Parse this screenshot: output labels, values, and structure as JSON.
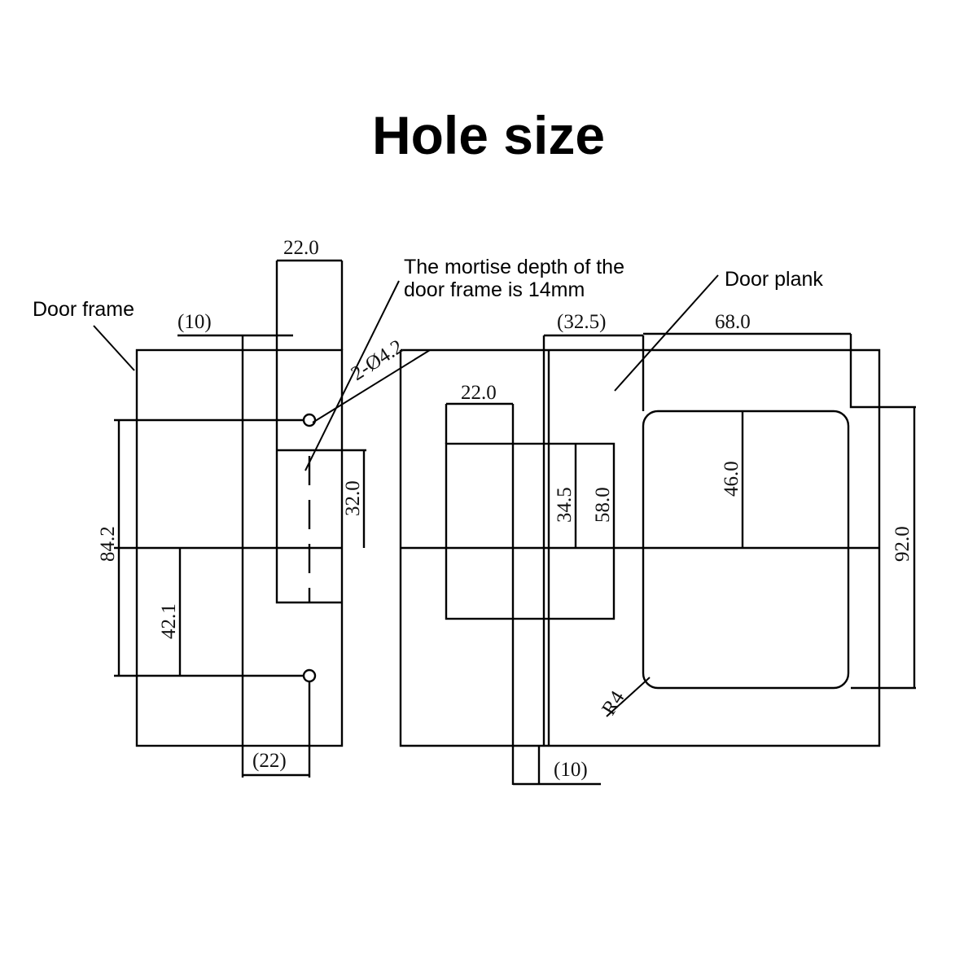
{
  "title": "Hole size",
  "labels": {
    "door_frame": "Door frame",
    "door_plank": "Door plank",
    "mortise_note_line1": "The mortise depth of the",
    "mortise_note_line2": "door frame is 14mm"
  },
  "dimensions": {
    "frame_mortise_width": "22.0",
    "frame_offset": "(10)",
    "hole_spec": "2-Ø4.2",
    "frame_mortise_height": "32.0",
    "hole_spacing": "84.2",
    "hole_half_spacing": "42.1",
    "hole_offset": "(22)",
    "plank_mortise_width": "22.0",
    "plank_offset": "(32.5)",
    "plank_mortise_height_inner": "34.5",
    "plank_mortise_height_outer": "58.0",
    "cutout_width": "68.0",
    "cutout_height_inner": "46.0",
    "cutout_height_outer": "92.0",
    "corner_radius": "R4",
    "plank_bottom_offset": "(10)"
  }
}
